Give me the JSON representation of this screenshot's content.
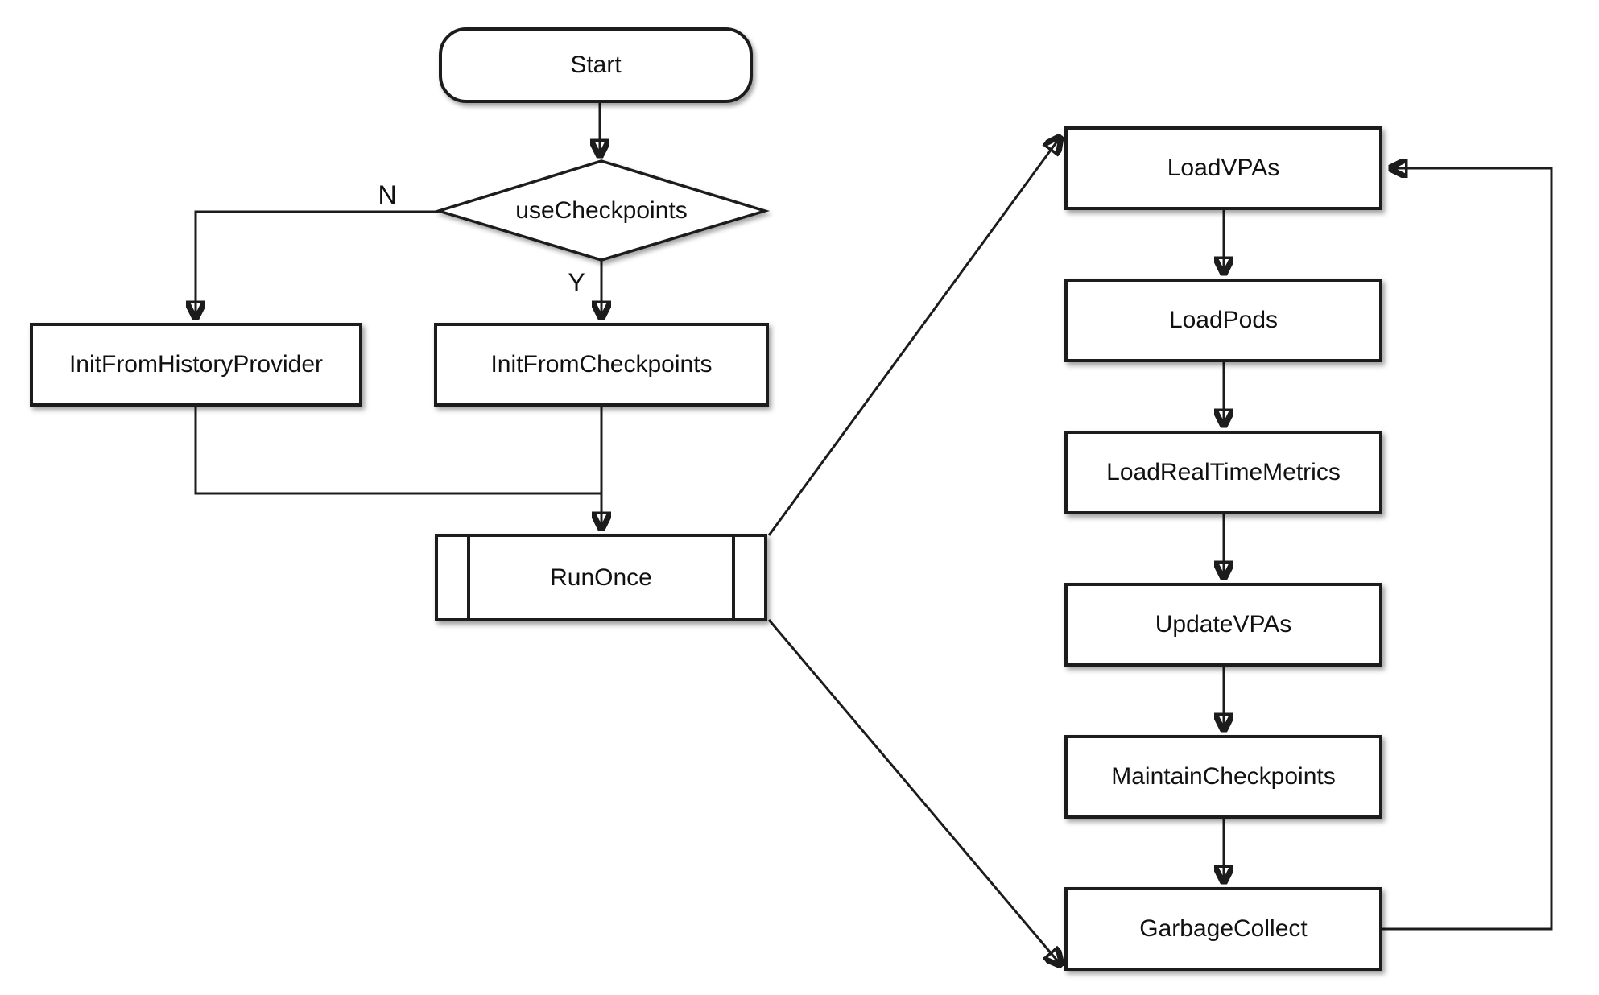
{
  "nodes": {
    "start": {
      "label": "Start",
      "shape": "terminator"
    },
    "useCheckpoints": {
      "label": "useCheckpoints",
      "shape": "decision"
    },
    "initFromHistoryProvider": {
      "label": "InitFromHistoryProvider",
      "shape": "process"
    },
    "initFromCheckpoints": {
      "label": "InitFromCheckpoints",
      "shape": "process"
    },
    "runOnce": {
      "label": "RunOnce",
      "shape": "subroutine"
    },
    "loadVPAs": {
      "label": "LoadVPAs",
      "shape": "process"
    },
    "loadPods": {
      "label": "LoadPods",
      "shape": "process"
    },
    "loadRealTimeMetrics": {
      "label": "LoadRealTimeMetrics",
      "shape": "process"
    },
    "updateVPAs": {
      "label": "UpdateVPAs",
      "shape": "process"
    },
    "maintainCheckpoints": {
      "label": "MaintainCheckpoints",
      "shape": "process"
    },
    "garbageCollect": {
      "label": "GarbageCollect",
      "shape": "process"
    }
  },
  "branchLabels": {
    "no": "N",
    "yes": "Y"
  },
  "edges": [
    {
      "from": "start",
      "to": "useCheckpoints"
    },
    {
      "from": "useCheckpoints",
      "to": "initFromHistoryProvider",
      "label": "N"
    },
    {
      "from": "useCheckpoints",
      "to": "initFromCheckpoints",
      "label": "Y"
    },
    {
      "from": "initFromHistoryProvider",
      "to": "runOnce"
    },
    {
      "from": "initFromCheckpoints",
      "to": "runOnce"
    },
    {
      "from": "runOnce",
      "to": "loadVPAs"
    },
    {
      "from": "runOnce",
      "to": "garbageCollect"
    },
    {
      "from": "loadVPAs",
      "to": "loadPods"
    },
    {
      "from": "loadPods",
      "to": "loadRealTimeMetrics"
    },
    {
      "from": "loadRealTimeMetrics",
      "to": "updateVPAs"
    },
    {
      "from": "updateVPAs",
      "to": "maintainCheckpoints"
    },
    {
      "from": "maintainCheckpoints",
      "to": "garbageCollect"
    },
    {
      "from": "garbageCollect",
      "to": "loadVPAs"
    }
  ],
  "colors": {
    "stroke": "#1c1c1c",
    "fill": "#ffffff",
    "background": "#ffffff",
    "text": "#111111"
  }
}
